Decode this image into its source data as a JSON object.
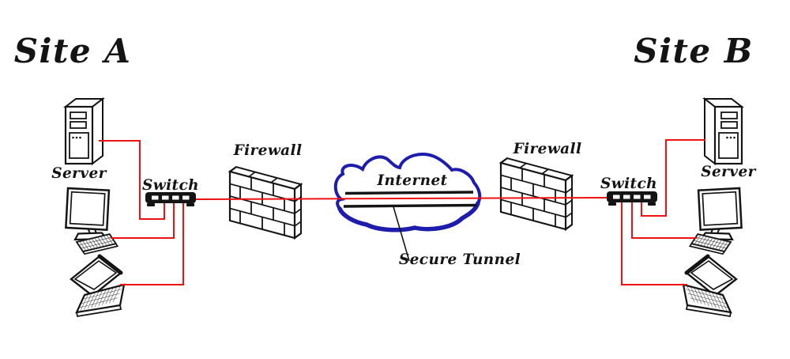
{
  "titles": {
    "site_a": "Site A",
    "site_b": "Site B"
  },
  "site_a": {
    "server_label": "Server",
    "switch_label": "Switch",
    "firewall_label": "Firewall",
    "devices": [
      "server-icon",
      "network-switch-icon",
      "desktop-monitor-icon",
      "keyboard-icon",
      "laptop-icon",
      "firewall-icon"
    ]
  },
  "site_b": {
    "server_label": "Server",
    "switch_label": "Switch",
    "firewall_label": "Firewall",
    "devices": [
      "server-icon",
      "network-switch-icon",
      "desktop-monitor-icon",
      "keyboard-icon",
      "laptop-icon",
      "firewall-icon"
    ]
  },
  "internet": {
    "label": "Internet",
    "secure_tunnel_label": "Secure Tunnel",
    "icon": "internet-cloud-icon"
  },
  "connections": [
    "site-a-server to site-a-switch",
    "site-a-desktop to site-a-switch",
    "site-a-laptop to site-a-switch",
    "site-a-switch through firewall-a, secure tunnel in internet, firewall-b to site-b-switch",
    "site-b-server to site-b-switch",
    "site-b-desktop to site-b-switch",
    "site-b-laptop to site-b-switch"
  ],
  "colors": {
    "connection_red": "#ee1111",
    "cloud_blue": "#1e1cac",
    "ink": "#141414",
    "background": "#ffffff"
  }
}
